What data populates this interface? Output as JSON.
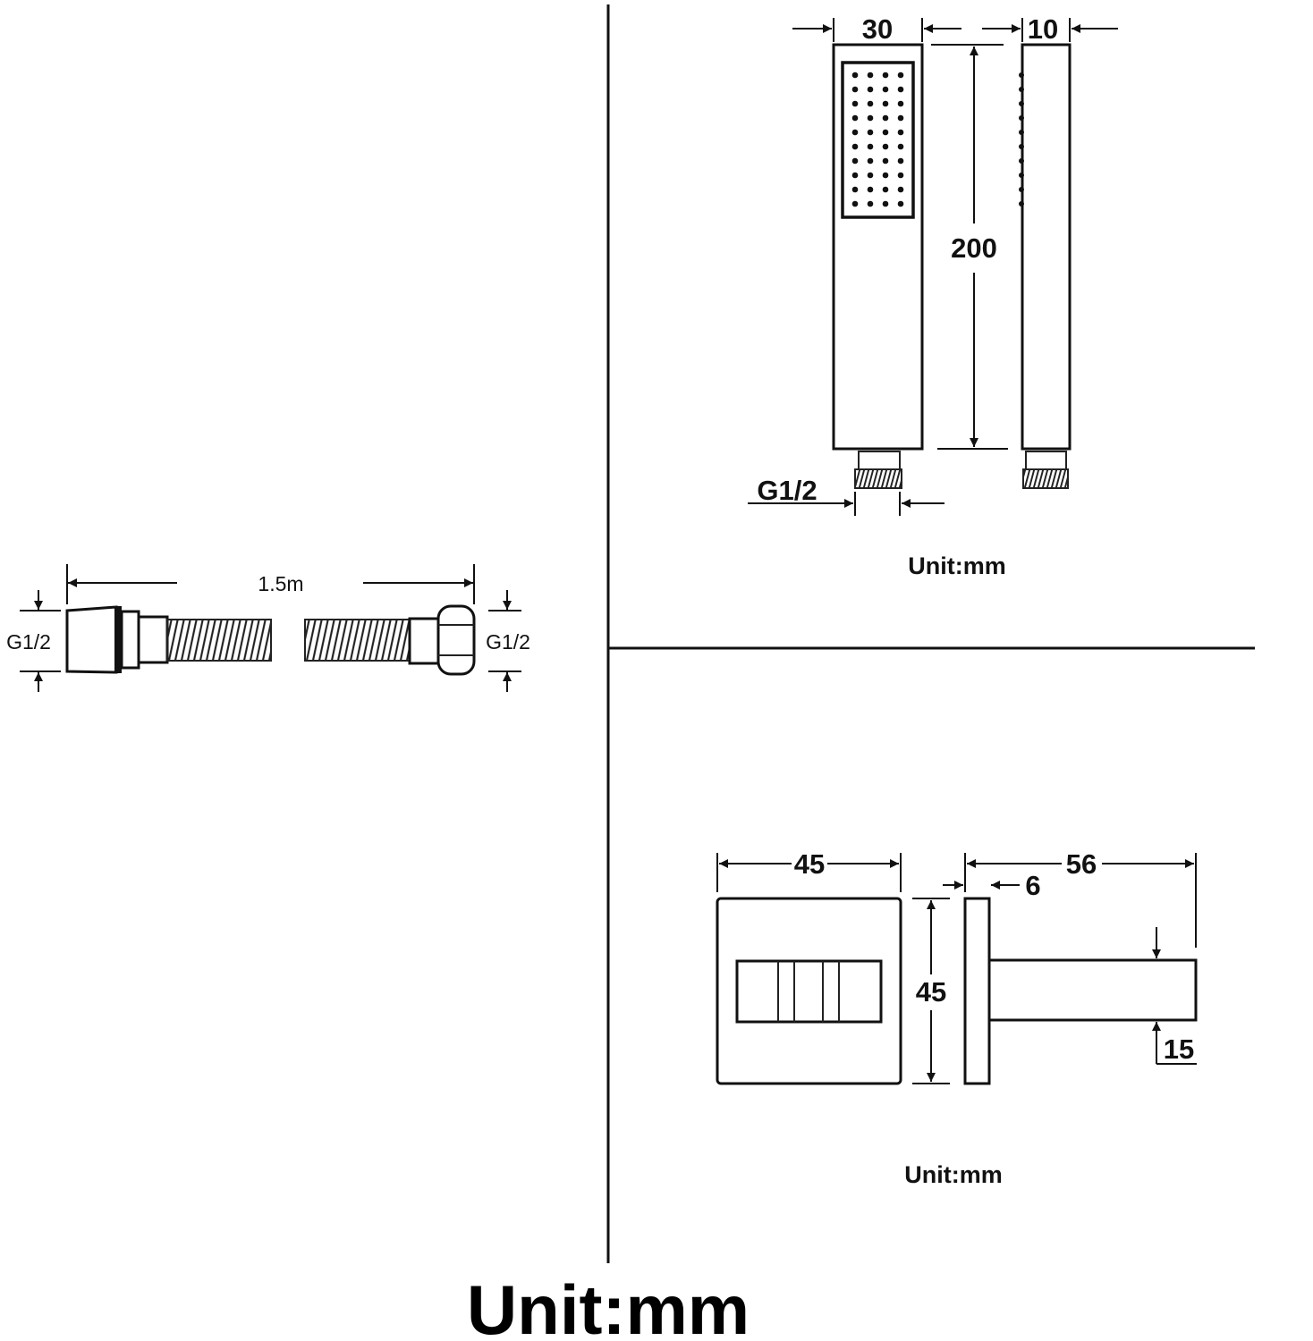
{
  "hose": {
    "length_label": "1.5m",
    "left_thread_label": "G1/2",
    "right_thread_label": "G1/2"
  },
  "hand_shower": {
    "width_label": "30",
    "depth_label": "10",
    "height_label": "200",
    "thread_label": "G1/2",
    "unit_label": "Unit:mm"
  },
  "wall_bracket": {
    "plate_width_label": "45",
    "plate_height_label": "45",
    "projection_label": "56",
    "plate_thickness_label": "6",
    "arm_height_label": "15",
    "unit_label": "Unit:mm"
  },
  "footer": {
    "unit_label": "Unit:mm"
  }
}
